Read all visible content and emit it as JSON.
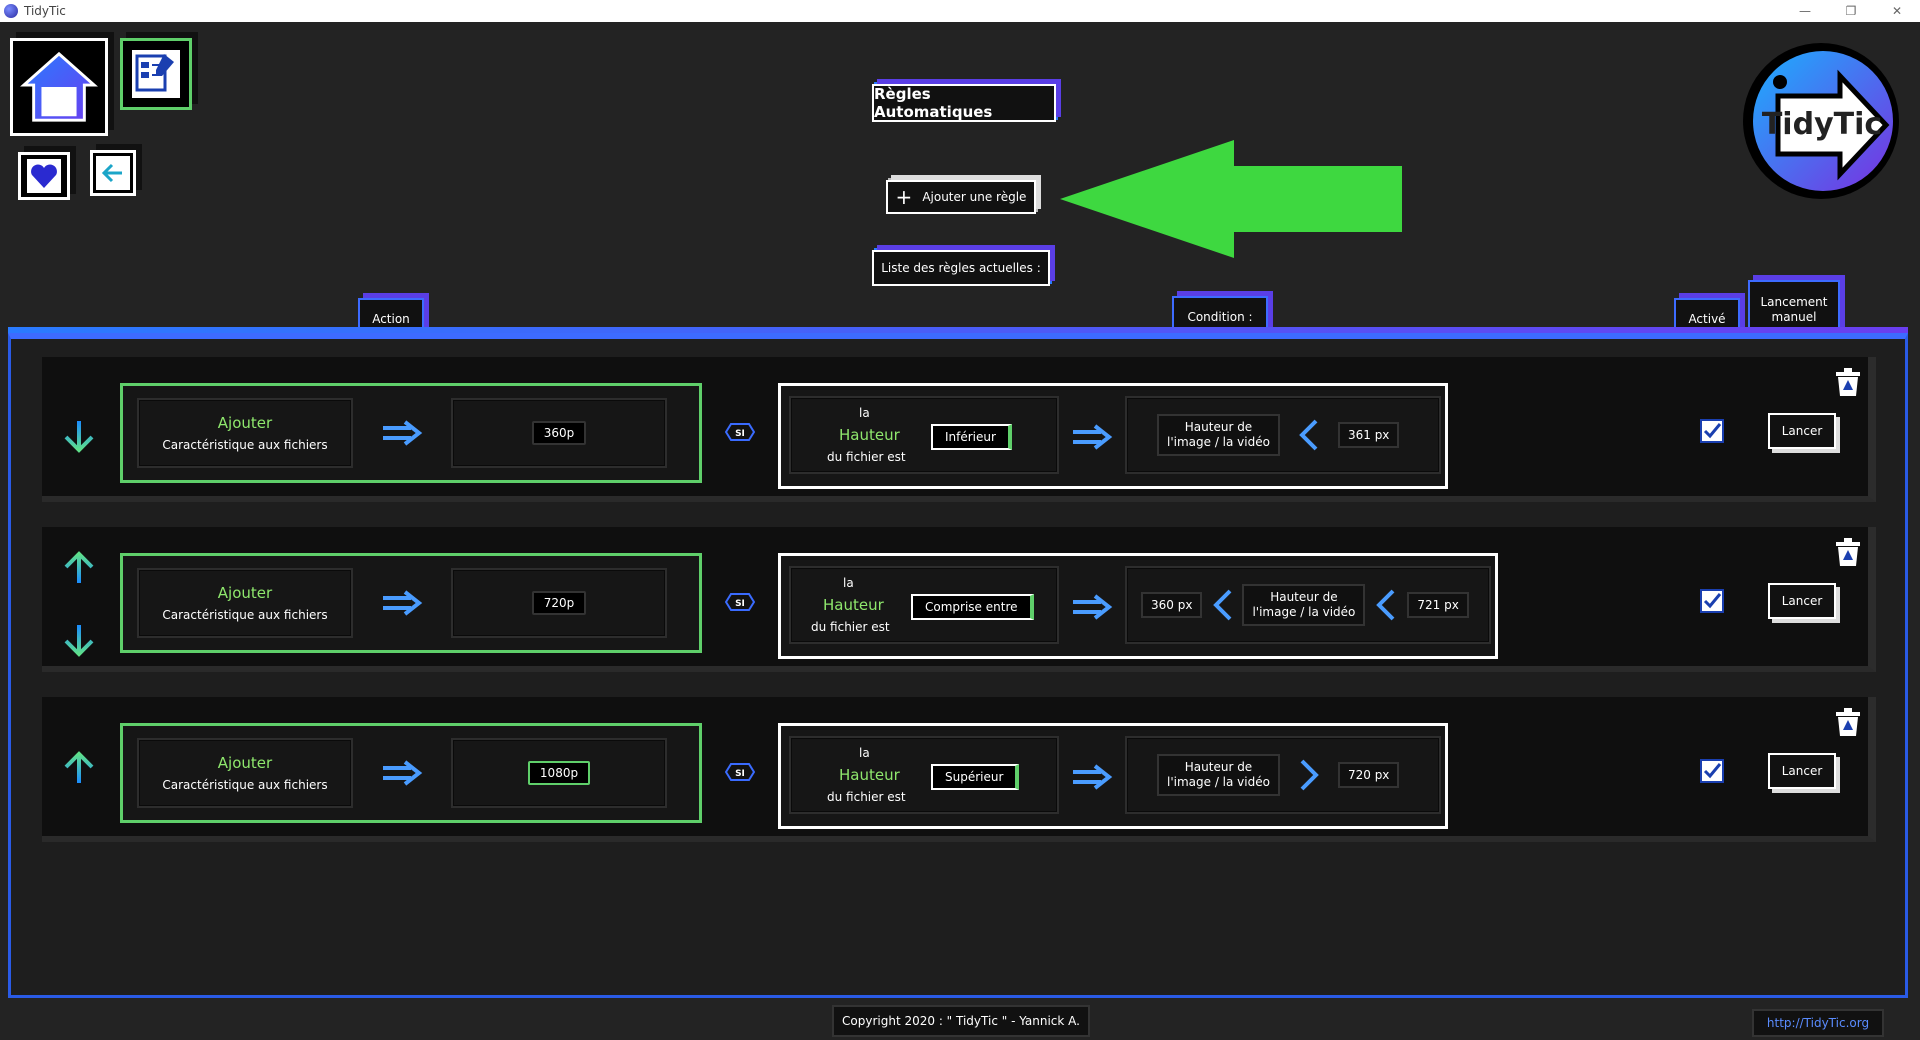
{
  "window": {
    "title": "TidyTic",
    "minimize": "—",
    "restore": "❐",
    "close": "✕"
  },
  "header": {
    "title": "Règles Automatiques",
    "add_rule": "Ajouter une règle",
    "list_title": "Liste des règles actuelles :"
  },
  "logo": {
    "text": "TidyTic"
  },
  "columns": {
    "action": "Action",
    "condition": "Condition :",
    "active": "Activé",
    "manual_line1": "Lancement",
    "manual_line2": "manuel"
  },
  "colors": {
    "accent_blue": "#2a5be6",
    "accent_purple": "#5a3ee6",
    "green": "#5fcf6a",
    "hint_arrow": "#3ed840"
  },
  "rules": [
    {
      "action_verb": "Ajouter",
      "action_target": "Caractéristique aux fichiers",
      "value": "360p",
      "si": "SI",
      "cond_la": "la",
      "cond_attr": "Hauteur",
      "cond_suffix": "du fichier est",
      "comparator": "Inférieur",
      "subject_line1": "Hauteur de",
      "subject_line2": "l'image / la vidéo",
      "bound": "361 px",
      "active": true,
      "launch": "Lancer"
    },
    {
      "action_verb": "Ajouter",
      "action_target": "Caractéristique aux fichiers",
      "value": "720p",
      "si": "SI",
      "cond_la": "la",
      "cond_attr": "Hauteur",
      "cond_suffix": "du fichier est",
      "comparator": "Comprise entre",
      "low": "360 px",
      "subject_line1": "Hauteur de",
      "subject_line2": "l'image / la vidéo",
      "high": "721 px",
      "active": true,
      "launch": "Lancer"
    },
    {
      "action_verb": "Ajouter",
      "action_target": "Caractéristique aux fichiers",
      "value": "1080p",
      "si": "SI",
      "cond_la": "la",
      "cond_attr": "Hauteur",
      "cond_suffix": "du fichier est",
      "comparator": "Supérieur",
      "subject_line1": "Hauteur de",
      "subject_line2": "l'image / la vidéo",
      "bound": "720 px",
      "active": true,
      "launch": "Lancer"
    }
  ],
  "footer": {
    "copyright": "Copyright 2020 : \" TidyTic \" - Yannick A.",
    "url": "http://TidyTic.org"
  }
}
